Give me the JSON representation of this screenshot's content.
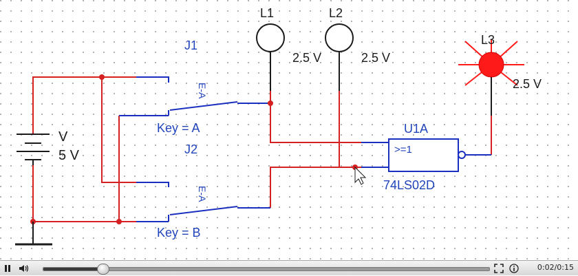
{
  "circuit": {
    "switch_j1": {
      "label": "J1",
      "toggle_glyph": "E-A",
      "key_label": "Key = A"
    },
    "switch_j2": {
      "label": "J2",
      "toggle_glyph": "E-A",
      "key_label": "Key = B"
    },
    "battery": {
      "label": "V",
      "value": "5 V"
    },
    "lamps": [
      {
        "name": "L1",
        "voltage": "2.5 V",
        "state": "off"
      },
      {
        "name": "L2",
        "voltage": "2.5 V",
        "state": "off"
      },
      {
        "name": "L3",
        "voltage": "2.5 V",
        "state": "on"
      }
    ],
    "gate": {
      "ref": "U1A",
      "symbol": ">=1",
      "part": "74LS02D"
    },
    "colors": {
      "wire_red": "#d42020",
      "wire_blue": "#1a2fbf",
      "label_blue": "#2244bb",
      "lamp_on": "#ff1a1a",
      "dot_grid": "#9a9a9a"
    }
  },
  "player": {
    "time_display": "0:02/0:15",
    "progress": 0.1333,
    "icons": [
      "pause-icon",
      "volume-icon",
      "fullscreen-icon",
      "info-icon"
    ]
  }
}
